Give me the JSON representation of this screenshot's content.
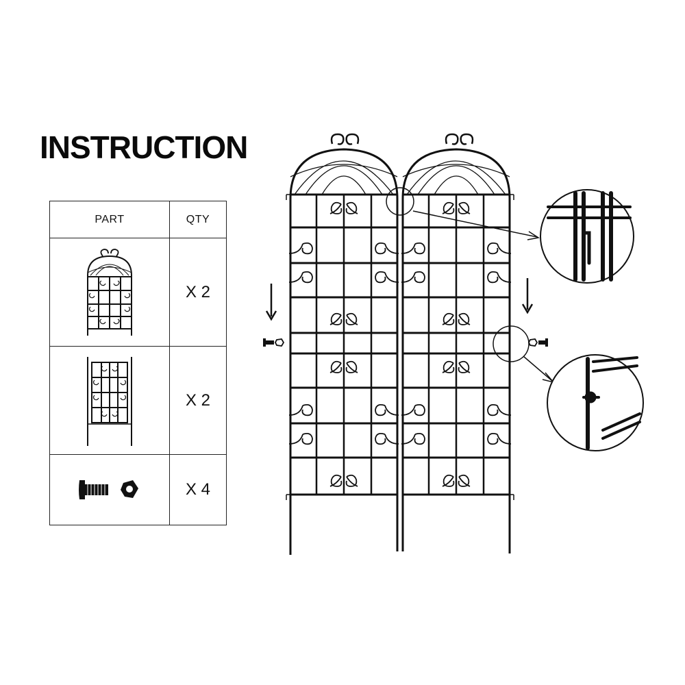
{
  "title": "INSTRUCTION",
  "table": {
    "headers": {
      "part": "PART",
      "qty": "QTY"
    },
    "rows": [
      {
        "part_icon": "arched-trellis-panel-icon",
        "qty": "X 2"
      },
      {
        "part_icon": "rectangular-trellis-panel-icon",
        "qty": "X 2"
      },
      {
        "part_icon": "bolt-and-nut-icon",
        "qty": "X 4"
      }
    ]
  },
  "diagram": {
    "panels": 2,
    "icons": [
      "down-arrow-icon",
      "bolt-icon",
      "nut-icon",
      "hook-detail-magnifier-icon",
      "bolt-joint-detail-magnifier-icon"
    ]
  },
  "colors": {
    "ink": "#111111",
    "background": "#ffffff"
  }
}
